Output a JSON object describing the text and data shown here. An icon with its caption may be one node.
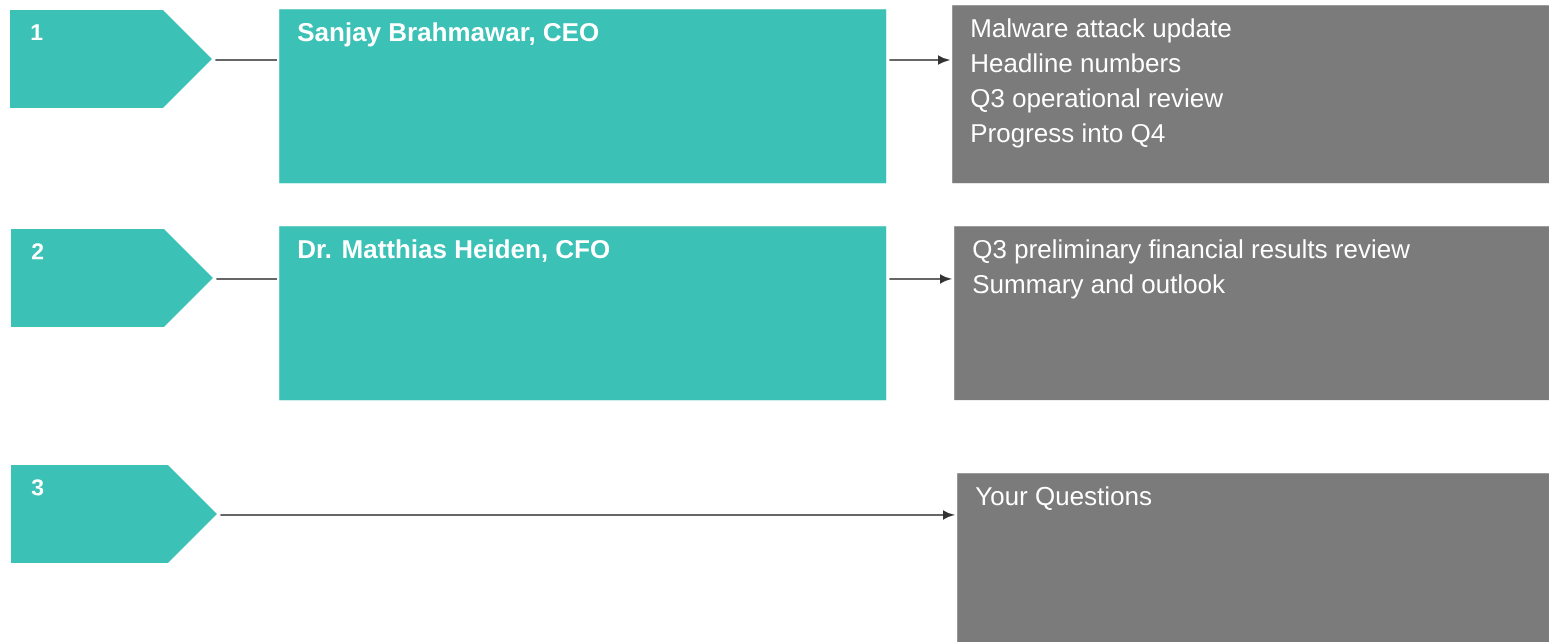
{
  "diagram": {
    "nodes": [
      {
        "text": [
          "1"
        ]
      },
      {
        "text": [
          "Sanjay Brahmawar, CEO"
        ]
      },
      {
        "text": [
          "Malware attack update",
          "Headline numbers",
          "Q3 operational review",
          "Progress into Q4"
        ]
      },
      {
        "text": [
          "2"
        ]
      },
      {
        "text": [
          "Dr. Matthias Heiden, CFO"
        ]
      },
      {
        "text": [
          "Q3 preliminary financial results review",
          "Summary and outlook"
        ]
      },
      {
        "text": [
          "3"
        ]
      },
      {
        "text": [
          "Your Questions"
        ]
      }
    ],
    "edges": [
      {
        "from": 0,
        "to": 1,
        "arrow": "none"
      },
      {
        "from": 1,
        "to": 2,
        "arrow": "to"
      },
      {
        "from": 3,
        "to": 4,
        "arrow": "none"
      },
      {
        "from": 4,
        "to": 5,
        "arrow": "to"
      },
      {
        "from": 6,
        "to": 7,
        "arrow": "to"
      }
    ]
  }
}
